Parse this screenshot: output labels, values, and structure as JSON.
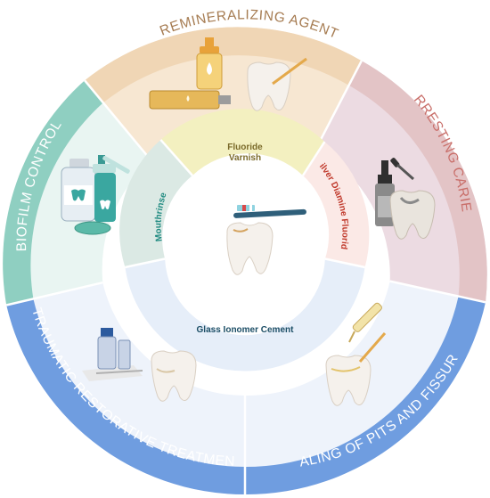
{
  "outer_ring": [
    {
      "label": "REMINERALIZING AGENT",
      "color": "#a67c52"
    },
    {
      "label": "ARRESTING CARIES",
      "color": "#c96f6a"
    },
    {
      "label": "SEALING OF PITS AND FISSURES",
      "color": "#ffffff"
    },
    {
      "label": "ATRAUMATIC RESTORATIVE TREATMENT",
      "color": "#ffffff"
    },
    {
      "label": "BIOFILM CONTROL",
      "color": "#ffffff"
    }
  ],
  "inner_ring": [
    {
      "label_line1": "Fluoride",
      "label_line2": "Varnish",
      "color": "#7a6a2a"
    },
    {
      "label": "Silver Diamine Fluoride",
      "color": "#c0392b"
    },
    {
      "label": "Glass Ionomer Cement",
      "color": "#1c4e66"
    },
    {
      "label": "Mouthrinse",
      "color": "#1f8a80"
    }
  ],
  "icons": [
    "toothbrush-icon",
    "tooth-icon",
    "fluoride-tube-icon",
    "dropper-bottle-icon",
    "mouthwash-bottle-icon",
    "spray-bottle-icon",
    "gic-capsule-icon",
    "syringe-icon"
  ]
}
